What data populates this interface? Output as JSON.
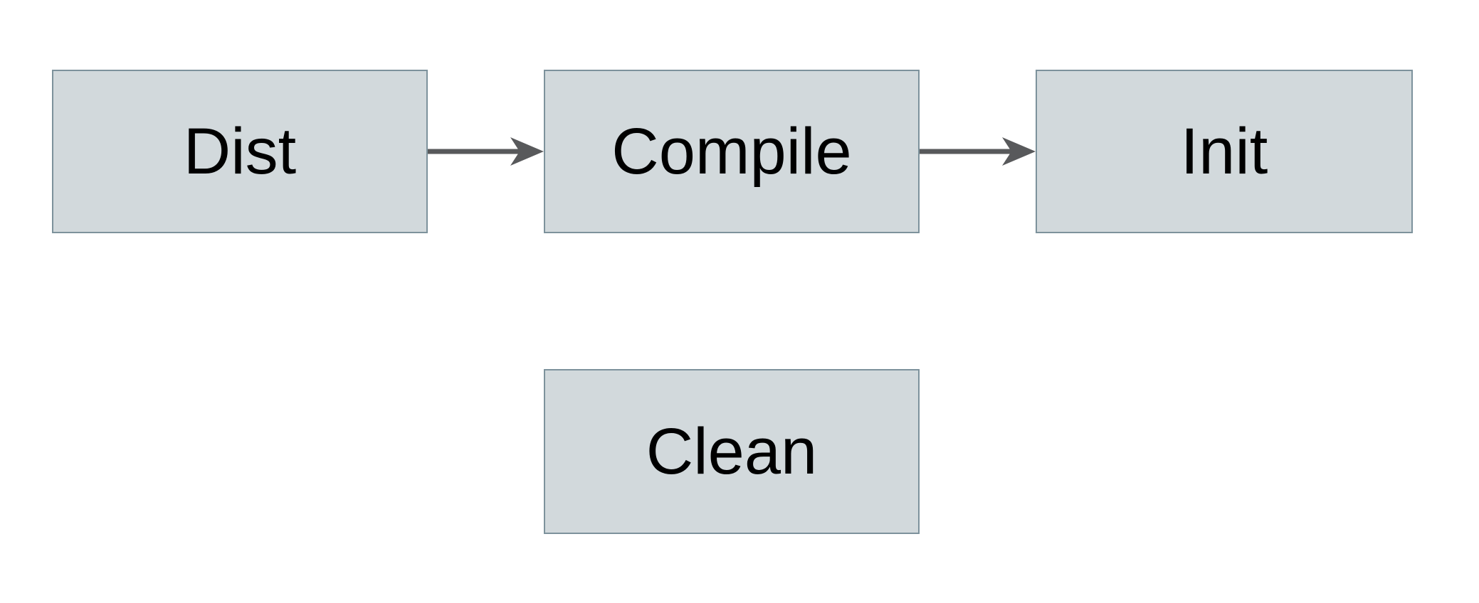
{
  "colors": {
    "background": "#ffffff",
    "node-fill": "#d2d9dc",
    "node-border": "#7d929c",
    "arrow": "#58595b",
    "text": "#000000"
  },
  "diagram": {
    "type": "flowchart",
    "nodes": [
      {
        "id": "dist",
        "label": "Dist"
      },
      {
        "id": "compile",
        "label": "Compile"
      },
      {
        "id": "init",
        "label": "Init"
      },
      {
        "id": "clean",
        "label": "Clean"
      }
    ],
    "edges": [
      {
        "from": "Dist",
        "to": "Compile"
      },
      {
        "from": "Compile",
        "to": "Init"
      }
    ]
  }
}
